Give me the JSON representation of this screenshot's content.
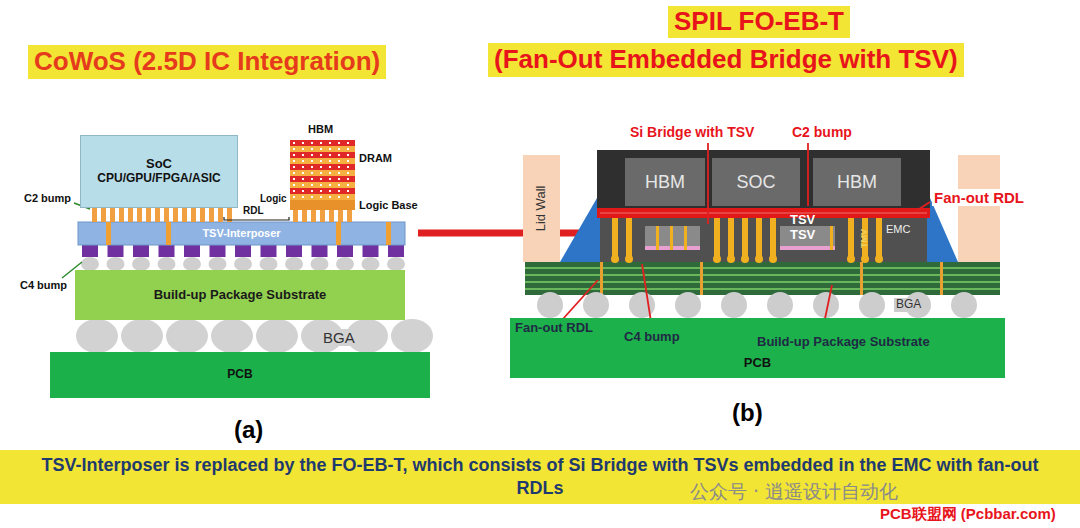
{
  "diagram": {
    "caption": "TSV-Interposer is replaced by the FO-EB-T, which consists of Si Bridge with TSVs embedded in the EMC with fan-out RDLs",
    "nodes": [
      {
        "text": [
          "SoC",
          "CPU/GPU/FPGA/ASIC"
        ]
      },
      {
        "text": [
          "TSV-Interposer"
        ]
      },
      {
        "text": [
          "Build-up Package Substrate"
        ]
      },
      {
        "text": [
          "PCB"
        ]
      },
      {
        "text": [
          "HBM"
        ]
      },
      {
        "text": [
          "SOC"
        ]
      },
      {
        "text": [
          "HBM"
        ]
      },
      {
        "text": [
          "Lid Wall"
        ]
      },
      {
        "text": [
          "PCB"
        ]
      }
    ],
    "labels": [
      "CoWoS (2.5D IC Integration)",
      "SPIL FO-EB-T",
      "(Fan-Out Embedded Bridge with TSV)",
      "HBM",
      "DRAM",
      "C2 bump",
      "Logic",
      "RDL",
      "Logic Base",
      "C4 bump",
      "BGA",
      "(a)",
      "Si Bridge with TSV",
      "C2 bump",
      "Fan-out RDL",
      "TSV",
      "TSV",
      "EMC",
      "TMV",
      "BGA",
      "Fan-out RDL",
      "C4 bump",
      "Build-up Package Substrate",
      "(b)",
      "公众号 · 逍遥设计自动化",
      "PCB联盟网 (Pcbbar.com)"
    ]
  }
}
